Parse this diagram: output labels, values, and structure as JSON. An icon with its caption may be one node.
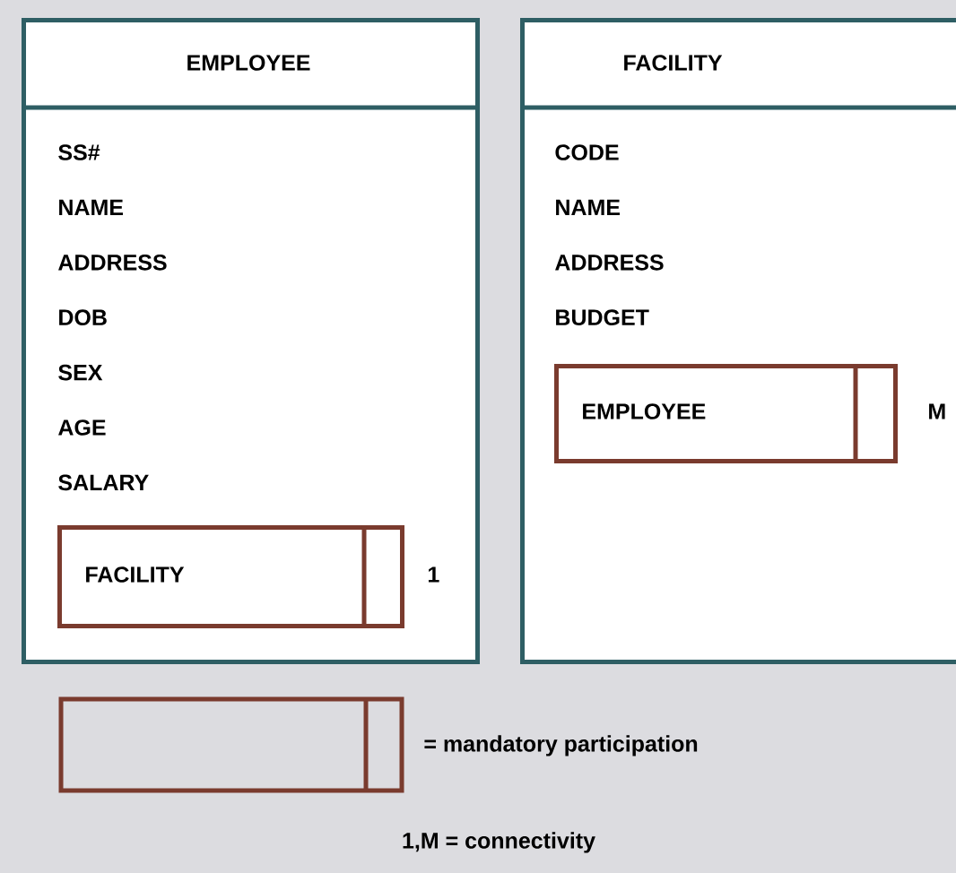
{
  "diagram": {
    "nodes": [
      {
        "text": [
          "EMPLOYEE",
          "SS#",
          "NAME",
          "ADDRESS",
          "DOB",
          "SEX",
          "AGE",
          "SALARY"
        ]
      },
      {
        "text": [
          "FACILITY"
        ],
        "in": 0,
        "beside": [
          "1"
        ]
      },
      {
        "text": [
          "FACILITY",
          "CODE",
          "NAME",
          "ADDRESS",
          "BUDGET"
        ]
      },
      {
        "text": [
          "EMPLOYEE"
        ],
        "in": 2,
        "beside": [
          "M"
        ]
      }
    ],
    "labels": [
      "1,M = connectivity"
    ],
    "legend": [
      {
        "text": "= mandatory participation"
      }
    ]
  }
}
